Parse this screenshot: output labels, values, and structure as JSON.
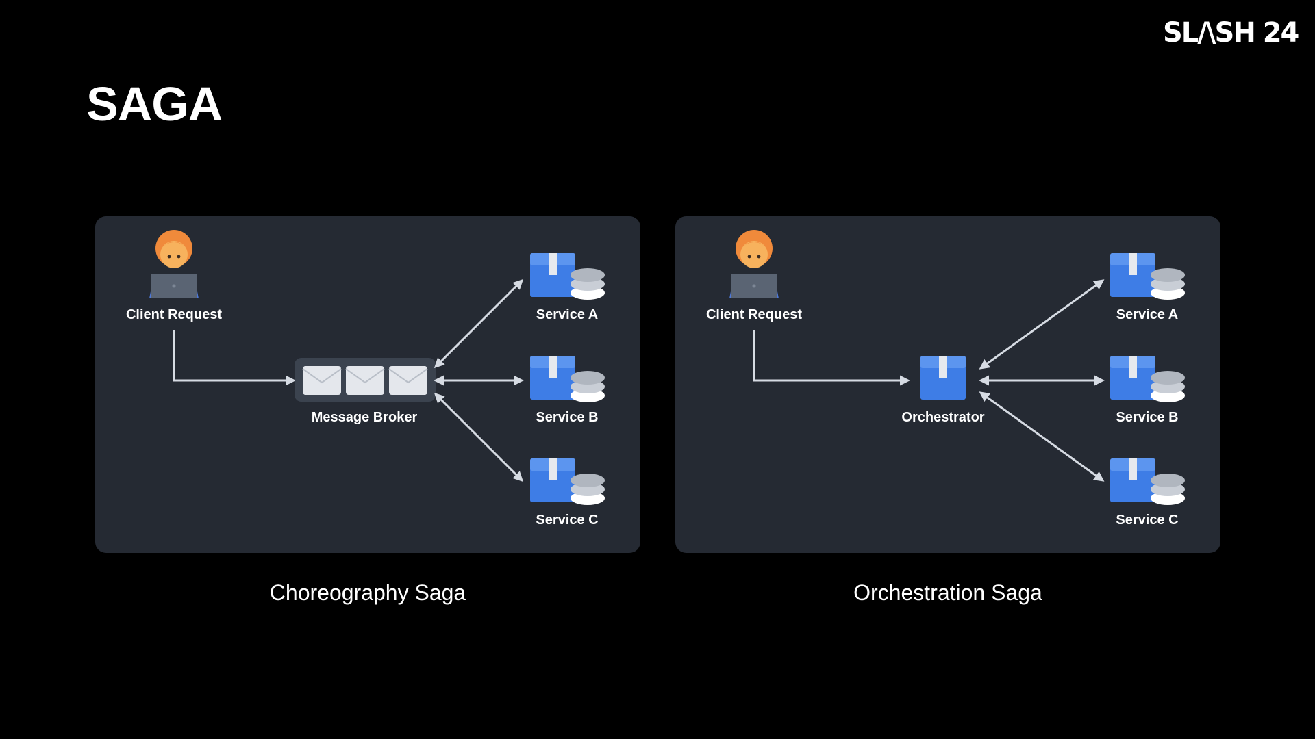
{
  "header": {
    "logo_text": "SL/\\SH 24",
    "title": "SAGA"
  },
  "colors": {
    "background": "#000000",
    "panel": "#252a33",
    "service_blue": "#3e7de6",
    "service_blue_light": "#5c95ef",
    "arrow": "#d6dbe3",
    "user_skin": "#f7b25d",
    "user_hair": "#f08a3b",
    "laptop": "#5a6473"
  },
  "choreography": {
    "caption": "Choreography Saga",
    "client_label": "Client Request",
    "broker_label": "Message Broker",
    "services": [
      {
        "label": "Service A"
      },
      {
        "label": "Service B"
      },
      {
        "label": "Service C"
      }
    ]
  },
  "orchestration": {
    "caption": "Orchestration Saga",
    "client_label": "Client Request",
    "orchestrator_label": "Orchestrator",
    "services": [
      {
        "label": "Service A"
      },
      {
        "label": "Service B"
      },
      {
        "label": "Service C"
      }
    ]
  },
  "icons": {
    "client": "person-with-laptop-icon",
    "service": "box-with-database-icon",
    "broker": "message-queue-envelopes-icon",
    "orchestrator": "box-icon"
  }
}
